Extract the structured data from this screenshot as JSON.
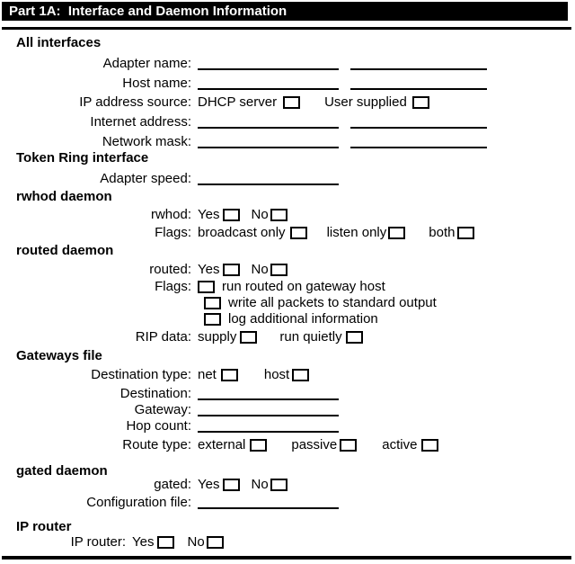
{
  "header": {
    "title": "Part 1A:  Interface and Daemon Information"
  },
  "colors": {
    "bar_bg": "#000000",
    "bar_text": "#ffffff",
    "text": "#000000",
    "line": "#000000"
  },
  "all_interfaces": {
    "heading": "All interfaces",
    "adapter_name_label": "Adapter name:",
    "host_name_label": "Host name:",
    "ip_source_label": "IP address source:",
    "ip_source_options": [
      "DHCP server",
      "User supplied"
    ],
    "internet_address_label": "Internet address:",
    "network_mask_label": "Network mask:"
  },
  "token_ring": {
    "heading": "Token Ring interface",
    "adapter_speed_label": "Adapter speed:"
  },
  "rwhod": {
    "heading": "rwhod daemon",
    "rwhod_label": "rwhod:",
    "yes": "Yes",
    "no": "No",
    "flags_label": "Flags:",
    "flags": [
      "broadcast only",
      "listen only",
      "both"
    ]
  },
  "routed": {
    "heading": "routed daemon",
    "routed_label": "routed:",
    "yes": "Yes",
    "no": "No",
    "flags_label": "Flags:",
    "flag_options": [
      "run routed on gateway host",
      "write all packets to standard output",
      "log additional information"
    ],
    "rip_label": "RIP data:",
    "rip_options": [
      "supply",
      "run quietly"
    ]
  },
  "gateways": {
    "heading": "Gateways file",
    "destination_type_label": "Destination type:",
    "destination_type_options": [
      "net",
      "host"
    ],
    "destination_label": "Destination:",
    "gateway_label": "Gateway:",
    "hop_count_label": "Hop count:",
    "route_type_label": "Route type:",
    "route_type_options": [
      "external",
      "passive",
      "active"
    ]
  },
  "gated": {
    "heading": "gated daemon",
    "gated_label": "gated:",
    "yes": "Yes",
    "no": "No",
    "config_file_label": "Configuration file:"
  },
  "ip_router": {
    "heading": "IP router",
    "label": "IP router:",
    "yes": "Yes",
    "no": "No"
  }
}
